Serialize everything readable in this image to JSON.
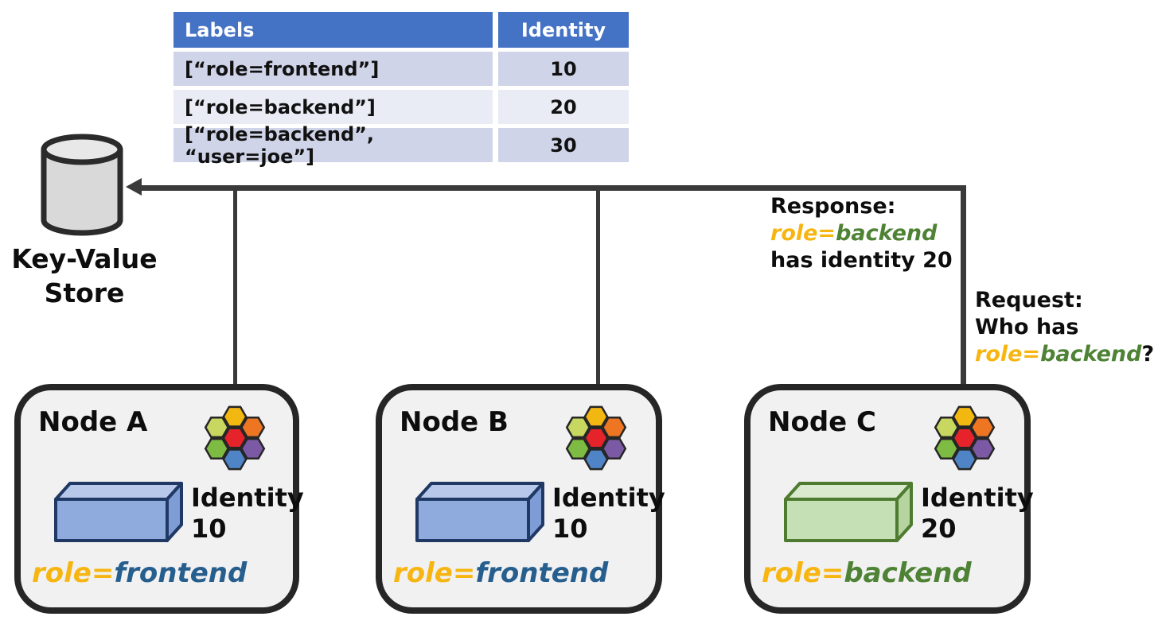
{
  "colors": {
    "table_header_bg": "#4472C4",
    "table_row_dark": "#CFD4E8",
    "table_row_light": "#E9EBF5",
    "connector_line": "#3A3A3A",
    "node_fill": "#F1F1F2",
    "node_border": "#262626",
    "text_black": "#0d0d0d",
    "role_key_yellow": "#F7B512",
    "role_frontend_blue": "#265E8D",
    "role_backend_green": "#4E8234",
    "box_blue_front": "#8FAADC",
    "box_blue_top": "#B7C8EA",
    "box_blue_side": "#7E9DD6",
    "box_blue_stroke": "#1F3864",
    "box_green_front": "#C5E0B4",
    "box_green_top": "#D9EACF",
    "box_green_side": "#B5D49F",
    "box_green_stroke": "#4E7B2F",
    "cylinder_fill": "#D9D9D9",
    "cylinder_top_fill": "#E8E8E8",
    "hex_yellow": "#F3B712",
    "hex_lime": "#C8D75F",
    "hex_orange": "#EE7623",
    "hex_red": "#E6232A",
    "hex_green": "#7DBB42",
    "hex_purple": "#7B59A5",
    "hex_blue": "#4F84C6"
  },
  "icons": {
    "kv_store": "database-cylinder-icon",
    "node_logo": "hexagon-cluster-icon",
    "node_resource": "cuboid-3d-icon",
    "connectors": "arrow-lines"
  },
  "table": {
    "headers": [
      "Labels",
      "Identity"
    ],
    "rows": [
      {
        "label": "[“role=frontend”]",
        "identity": "10"
      },
      {
        "label": "[“role=backend”]",
        "identity": "20"
      },
      {
        "label": "[“role=backend”, “user=joe”]",
        "identity": "30"
      }
    ]
  },
  "kv_store": {
    "line1": "Key-Value",
    "line2": "Store"
  },
  "response": {
    "title": "Response:",
    "role_key": "role=",
    "role_value": "backend",
    "line3": "has identity 20"
  },
  "request": {
    "title": "Request:",
    "line2": "Who has",
    "role_key": "role=",
    "role_value": "backend",
    "suffix": "?"
  },
  "nodes": [
    {
      "name": "Node A",
      "identity_label": "Identity",
      "identity_value": "10",
      "role_key": "role=",
      "role_value": "frontend"
    },
    {
      "name": "Node B",
      "identity_label": "Identity",
      "identity_value": "10",
      "role_key": "role=",
      "role_value": "frontend"
    },
    {
      "name": "Node C",
      "identity_label": "Identity",
      "identity_value": "20",
      "role_key": "role=",
      "role_value": "backend"
    }
  ]
}
